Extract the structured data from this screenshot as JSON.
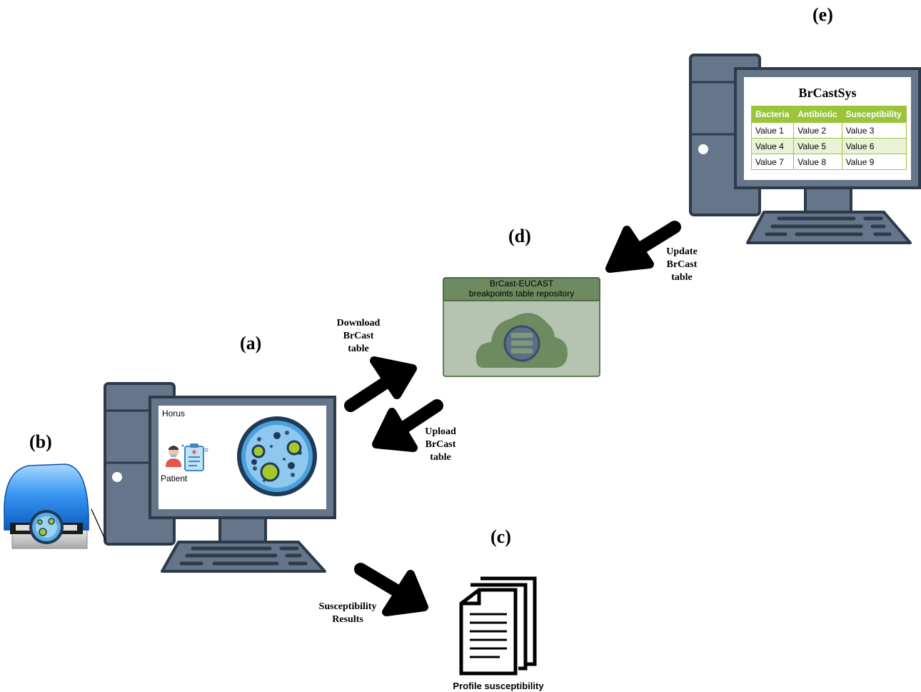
{
  "labels": {
    "a": "(a)",
    "b": "(b)",
    "c": "(c)",
    "d": "(d)",
    "e": "(e)"
  },
  "horus": {
    "app_title": "Horus",
    "patient_label": "Patient"
  },
  "brcastsys": {
    "title": "BrCastSys",
    "headers": [
      "Bacteria",
      "Antibiotic",
      "Susceptibility"
    ],
    "rows": [
      [
        "Value 1",
        "Value 2",
        "Value 3"
      ],
      [
        "Value 4",
        "Value 5",
        "Value 6"
      ],
      [
        "Value 7",
        "Value 8",
        "Value 9"
      ]
    ]
  },
  "repository": {
    "line1": "BrCast-EUCAST",
    "line2": "breakpoints  table repository"
  },
  "arrows": {
    "update": [
      "Update",
      "BrCast",
      "table"
    ],
    "download": [
      "Download",
      "BrCast",
      "table"
    ],
    "upload": [
      "Upload",
      "BrCast",
      "table"
    ],
    "results": [
      "Susceptibility",
      "Results"
    ]
  },
  "document_caption": "Profile susceptibility",
  "colors": {
    "computer": "#65758a",
    "outline": "#2d3a4a",
    "repo_fill": "#b5c3b0",
    "repo_head": "#6d8a61",
    "table_accent": "#9bc43b",
    "scanner_blue": "#2f8fef"
  }
}
